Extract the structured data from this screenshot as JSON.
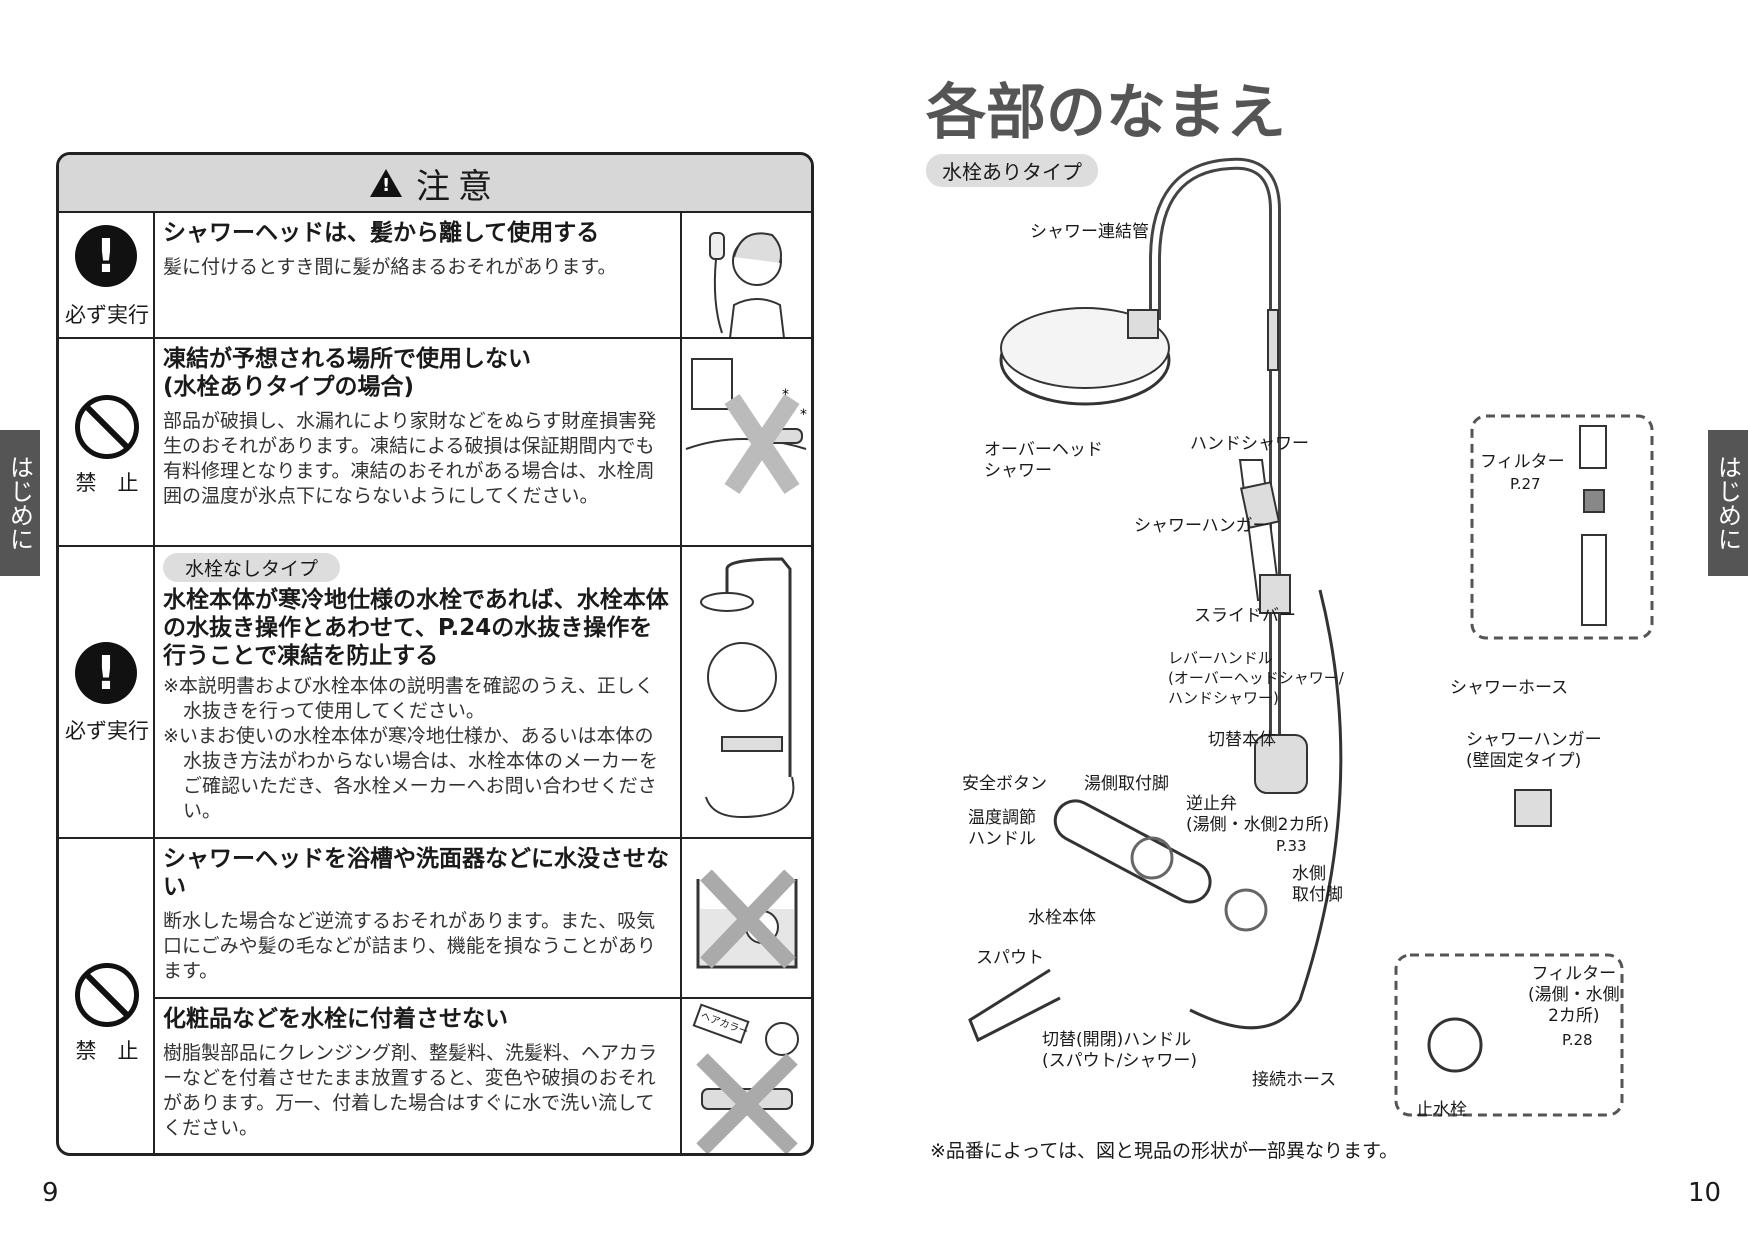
{
  "left_page": {
    "page_number": "9",
    "side_tab": "はじめに",
    "caution": {
      "header": "注意",
      "rows": [
        {
          "symbol": "必ず実行",
          "title": "シャワーヘッドは、髪から離して使用する",
          "body": "髪に付けるとすき間に髪が絡まるおそれがあります。"
        },
        {
          "symbol": "禁　止",
          "title": "凍結が予想される場所で使用しない\n(水栓ありタイプの場合)",
          "body": "部品が破損し、水漏れにより家財などをぬらす財産損害発生のおそれがあります。凍結による破損は保証期間内でも有料修理となります。凍結のおそれがある場合は、水栓周囲の温度が氷点下にならないようにしてください。"
        },
        {
          "symbol": "必ず実行",
          "tag": "水栓なしタイプ",
          "title": "水栓本体が寒冷地仕様の水栓であれば、水栓本体の水抜き操作とあわせて、P.24の水抜き操作を行うことで凍結を防止する",
          "note1": "※本説明書および水栓本体の説明書を確認のうえ、正しく水抜きを行って使用してください。",
          "note2": "※いまお使いの水栓本体が寒冷地仕様か、あるいは本体の水抜き方法がわからない場合は、水栓本体のメーカーをご確認いただき、各水栓メーカーへお問い合わせください。"
        },
        {
          "symbol": "禁　止",
          "title": "シャワーヘッドを浴槽や洗面器などに水没させない",
          "body": "断水した場合など逆流するおそれがあります。また、吸気口にごみや髪の毛などが詰まり、機能を損なうことがあります。",
          "title2": "化粧品などを水栓に付着させない",
          "body2": "樹脂製部品にクレンジング剤、整髪料、洗髪料、ヘアカラーなどを付着させたまま放置すると、変色や破損のおそれがあります。万一、付着した場合はすぐに水で洗い流してください。"
        }
      ],
      "hair_color_label": "ヘアカラー"
    }
  },
  "right_page": {
    "page_number": "10",
    "side_tab": "はじめに",
    "title": "各部のなまえ",
    "type_tag": "水栓ありタイプ",
    "labels": {
      "connecting_pipe": "シャワー連結管",
      "overhead_shower": "オーバーヘッド\nシャワー",
      "hand_shower": "ハンドシャワー",
      "shower_hanger": "シャワーハンガー",
      "slide_bar": "スライドバー",
      "lever_handle": "レバーハンドル\n(オーバーヘッドシャワー/\nハンドシャワー)",
      "switch_body": "切替本体",
      "shower_hose": "シャワーホース",
      "wall_hanger": "シャワーハンガー\n(壁固定タイプ)",
      "safety_button": "安全ボタン",
      "hot_leg": "湯側取付脚",
      "check_valve": "逆止弁\n(湯側・水側2カ所)",
      "check_valve_ref": "P.33",
      "temp_handle": "温度調節\nハンドル",
      "cold_leg": "水側\n取付脚",
      "faucet_body": "水栓本体",
      "spout": "スパウト",
      "switch_handle": "切替(開閉)ハンドル\n(スパウト/シャワー)",
      "connect_hose": "接続ホース",
      "filter_top": "フィルター",
      "filter_top_ref": "P.27",
      "filter_bottom": "フィルター\n(湯側・水側\n2カ所)",
      "filter_bottom_ref": "P.28",
      "stop_valve": "止水栓"
    },
    "footnote": "※品番によっては、図と現品の形状が一部異なります。"
  }
}
